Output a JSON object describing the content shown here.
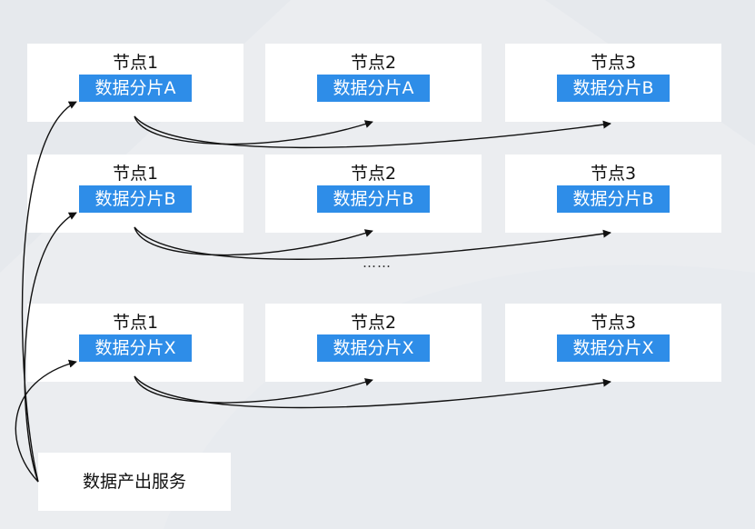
{
  "rows": [
    {
      "cells": [
        {
          "node": "节点1",
          "shard": "数据分片A"
        },
        {
          "node": "节点2",
          "shard": "数据分片A"
        },
        {
          "node": "节点3",
          "shard": "数据分片B"
        }
      ]
    },
    {
      "cells": [
        {
          "node": "节点1",
          "shard": "数据分片B"
        },
        {
          "node": "节点2",
          "shard": "数据分片B"
        },
        {
          "node": "节点3",
          "shard": "数据分片B"
        }
      ]
    },
    {
      "cells": [
        {
          "node": "节点1",
          "shard": "数据分片X"
        },
        {
          "node": "节点2",
          "shard": "数据分片X"
        },
        {
          "node": "节点3",
          "shard": "数据分片X"
        }
      ]
    }
  ],
  "ellipsis": "……",
  "service": {
    "label": "数据产出服务"
  },
  "colors": {
    "background": "#ebedf0",
    "box": "#ffffff",
    "shard": "#2e8de8",
    "arrow": "#111111"
  }
}
